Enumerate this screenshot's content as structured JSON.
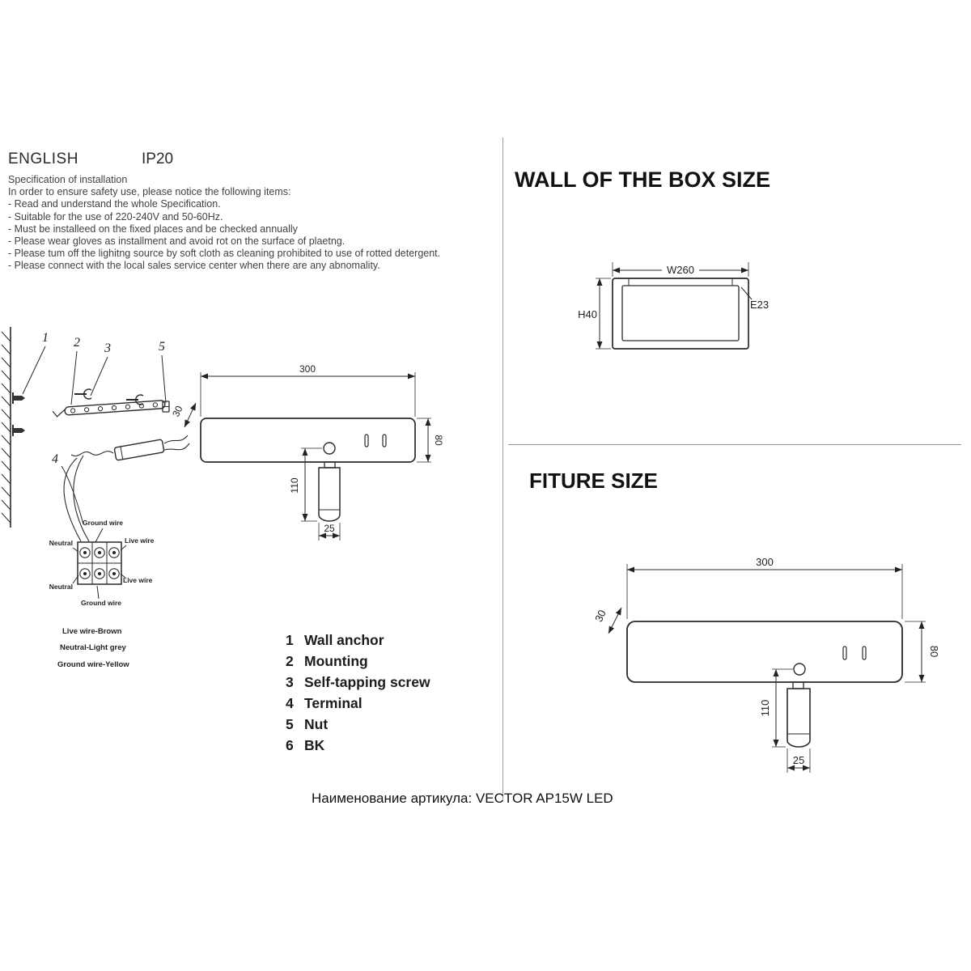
{
  "header": {
    "language": "ENGLISH",
    "ip_rating": "IP20"
  },
  "spec": {
    "title": "Specification of installation",
    "intro": "In order to ensure safety use, please notice the following items:",
    "items": [
      "- Read and understand the whole Specification.",
      "- Suitable for the use of 220-240V and 50-60Hz.",
      "- Must be installeed on the fixed places and be checked annually",
      "- Please wear gloves as installment and avoid rot on the surface of plaetng.",
      "- Please tum off the lighitng source by soft cloth as cleaning prohibited to use of rotted detergent.",
      "- Please connect with the local sales service center when there are any abnomality."
    ]
  },
  "install": {
    "callouts": {
      "wall_anchor": "1",
      "mounting": "2",
      "screw": "3",
      "nut": "5",
      "terminal": "4"
    },
    "wiring": {
      "top": "Ground wire",
      "left_upper": "Neutral",
      "right_upper": "Live wire",
      "left_lower": "Neutral",
      "right_lower": "Live wire",
      "bottom": "Ground wire"
    },
    "wire_legend": [
      "Live wire-Brown",
      "Neutral-Light grey",
      "Ground wire-Yellow"
    ]
  },
  "fixture_dims": {
    "width": "300",
    "depth": "30",
    "height": "80",
    "tube_length": "110",
    "tube_width": "25"
  },
  "parts": [
    {
      "num": "1",
      "label": "Wall anchor"
    },
    {
      "num": "2",
      "label": "Mounting"
    },
    {
      "num": "3",
      "label": "Self-tapping screw"
    },
    {
      "num": "4",
      "label": "Terminal"
    },
    {
      "num": "5",
      "label": "Nut"
    },
    {
      "num": "6",
      "label": "BK"
    }
  ],
  "box_section": {
    "title": "WALL OF THE BOX SIZE",
    "dims": {
      "width": "W260",
      "height": "H40",
      "edge": "E23"
    }
  },
  "fixture_section": {
    "title": "FITURE SIZE"
  },
  "footer": {
    "article_label": "Наименование артикула: VECTOR AP15W LED"
  }
}
